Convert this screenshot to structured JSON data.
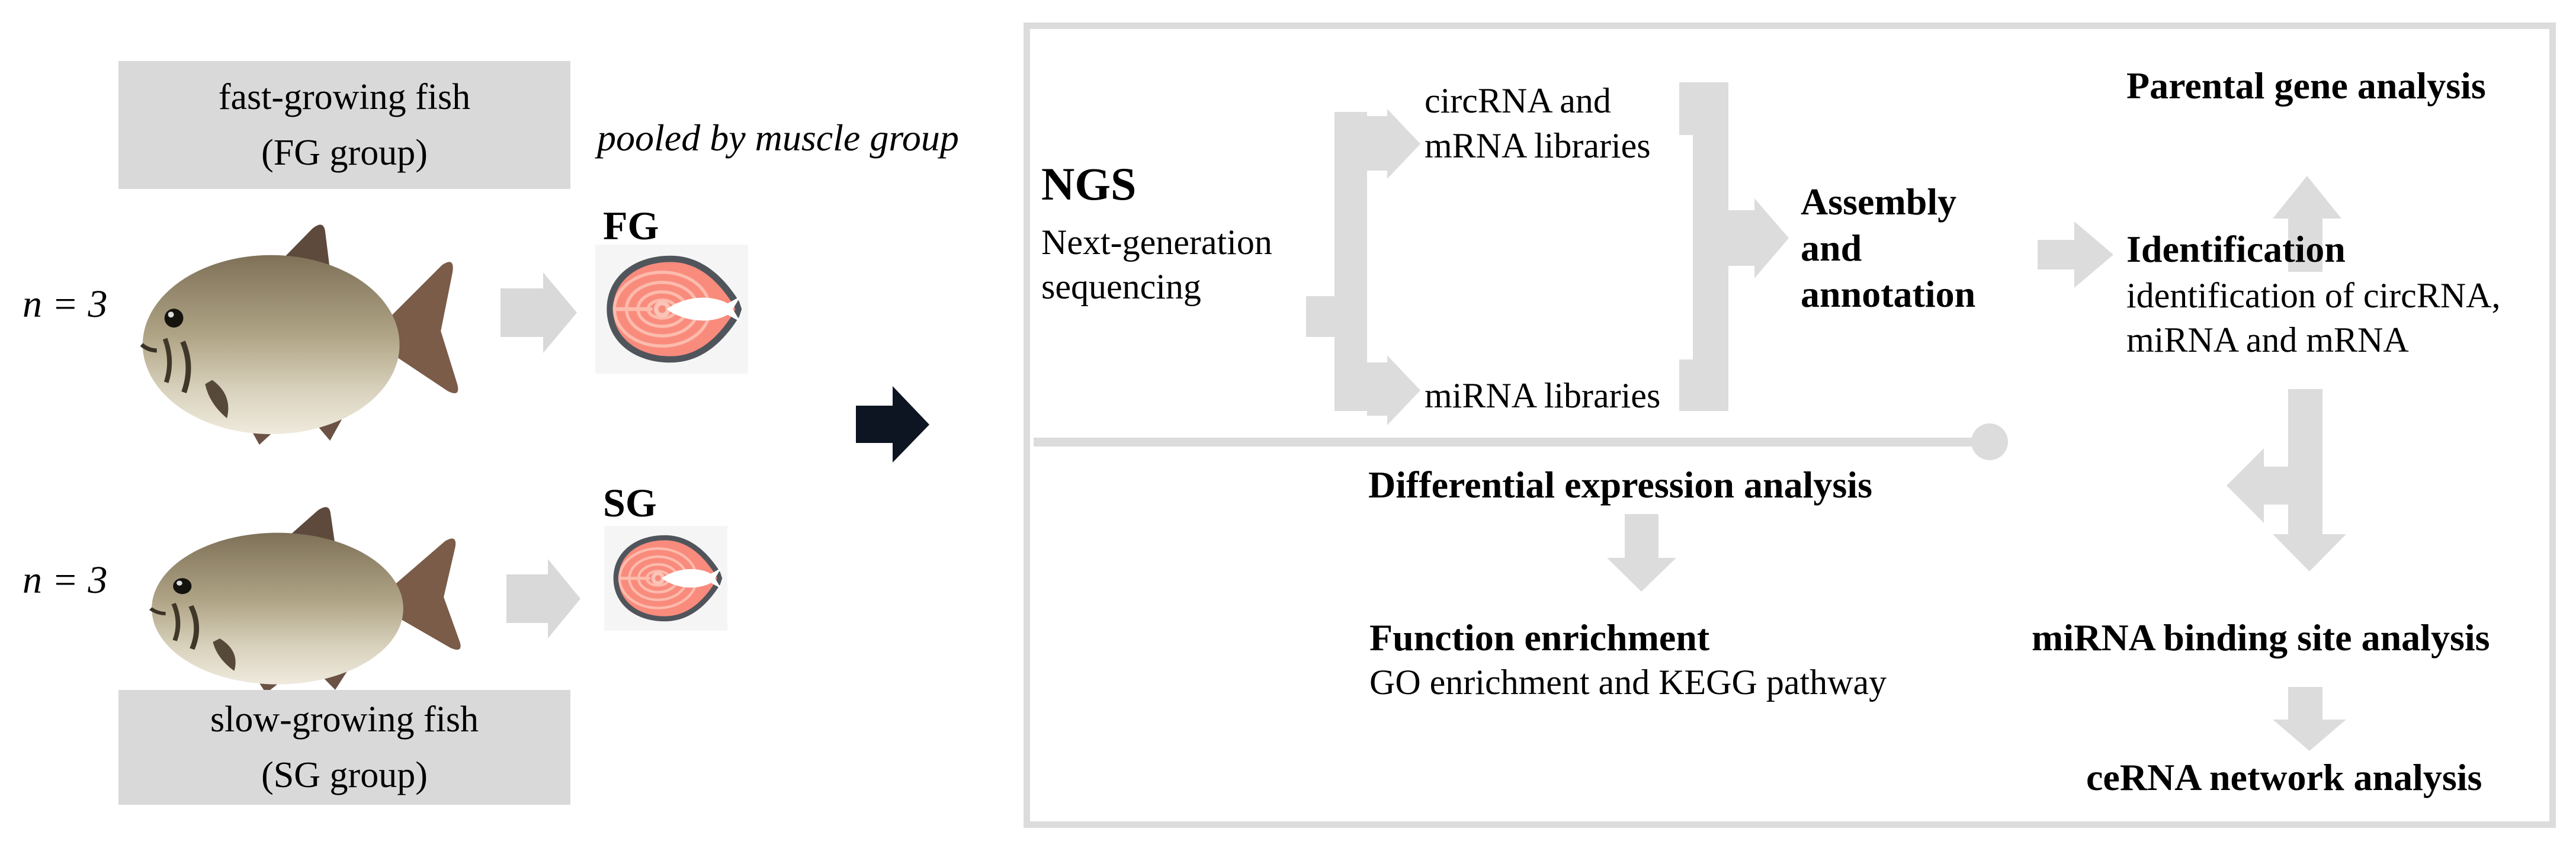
{
  "colors": {
    "label_box_bg": "#d9d9d9",
    "panel_border": "#dcdcdc",
    "connector": "#dcdcdc",
    "arrow_gray": "#d9d9d9",
    "black_arrow": "#0d1522",
    "steak_bg": "#f5f5f5",
    "steak_flesh": "#f98b7d",
    "steak_stripe": "#fcbbad",
    "steak_skin": "#50555c",
    "text": "#000000"
  },
  "left_section": {
    "fg_group_box": {
      "line1": "fast-growing fish",
      "line2": "(FG group)"
    },
    "sg_group_box": {
      "line1": "slow-growing fish",
      "line2": "(SG group)"
    },
    "sample_size_fg": "n = 3",
    "sample_size_sg": "n = 3",
    "pooled_note": "pooled by muscle group",
    "fg_sample_label": "FG",
    "sg_sample_label": "SG"
  },
  "workflow_panel": {
    "ngs": {
      "title": "NGS",
      "subtitle_line1": "Next-generation",
      "subtitle_line2": "sequencing"
    },
    "libraries": {
      "circ_mrna_line1": "circRNA and",
      "circ_mrna_line2": "mRNA libraries",
      "mirna": "miRNA libraries"
    },
    "assembly": {
      "line1": "Assembly",
      "line2": "and",
      "line3": "annotation"
    },
    "identification": {
      "title": "Identification",
      "subtitle_line1": "identification of circRNA,",
      "subtitle_line2": "miRNA and mRNA"
    },
    "parental_gene": "Parental gene analysis",
    "differential_expression": "Differential expression analysis",
    "function_enrichment": {
      "title": "Function enrichment",
      "subtitle": "GO enrichment and KEGG pathway"
    },
    "mirna_binding": "miRNA binding site analysis",
    "cerna_network": "ceRNA network analysis"
  }
}
